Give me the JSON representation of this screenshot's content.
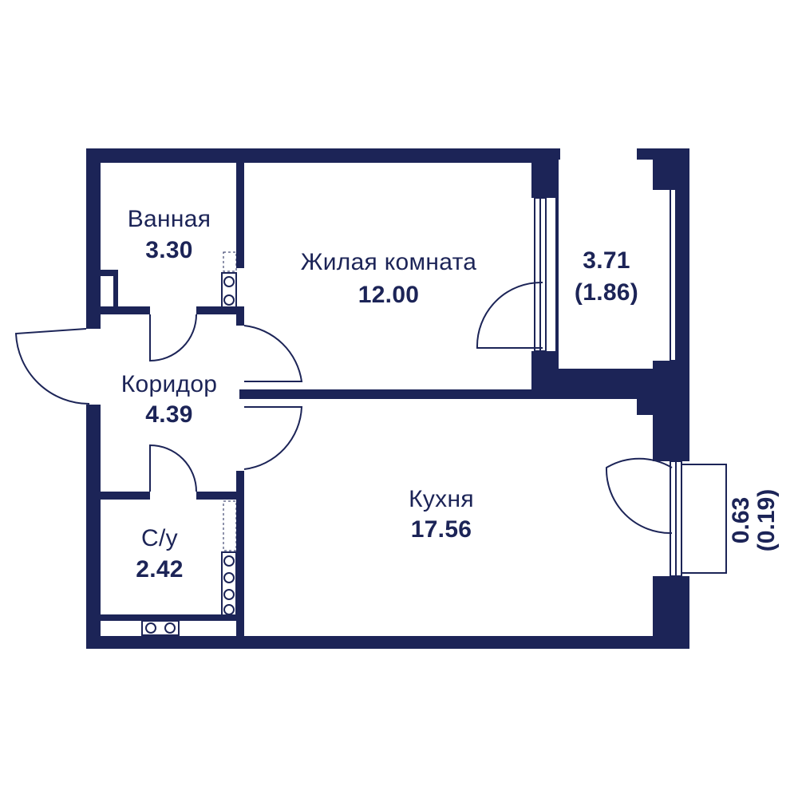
{
  "colors": {
    "wall": "#1c2457",
    "text": "#1c2457",
    "background": "#ffffff"
  },
  "rooms": {
    "bathroom": {
      "name": "Ванная",
      "area": "3.30"
    },
    "living_room": {
      "name": "Жилая комната",
      "area": "12.00"
    },
    "loggia": {
      "area": "3.71",
      "area_reduced": "(1.86)"
    },
    "corridor": {
      "name": "Коридор",
      "area": "4.39"
    },
    "wc": {
      "name": "С/у",
      "area": "2.42"
    },
    "kitchen": {
      "name": "Кухня",
      "area": "17.56"
    },
    "balcony": {
      "area": "0.63",
      "area_reduced": "(0.19)"
    }
  }
}
